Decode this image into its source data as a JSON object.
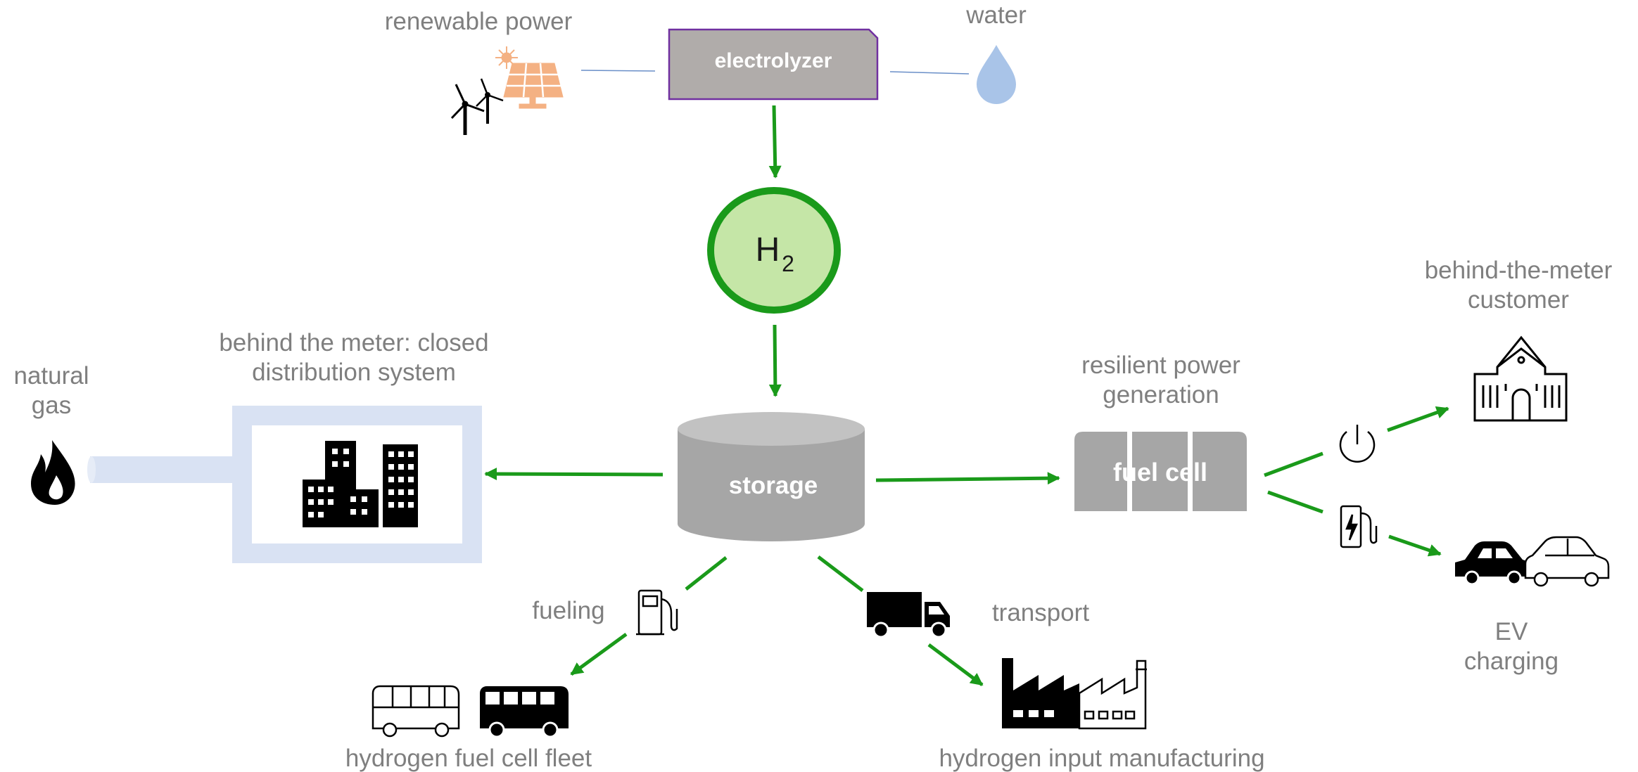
{
  "diagram": {
    "electrolyzer": "electrolyzer",
    "renewable_power": "renewable power",
    "water": "water",
    "h2": {
      "main": "H",
      "sub": "2"
    },
    "storage": "storage",
    "natural_gas": [
      "natural",
      "gas"
    ],
    "closed_distribution": [
      "behind the meter: closed",
      "distribution system"
    ],
    "resilient_power": [
      "resilient power",
      "generation"
    ],
    "fuel_cell": "fuel cell",
    "btm_customer": [
      "behind-the-meter",
      "customer"
    ],
    "ev_charging": [
      "EV",
      "charging"
    ],
    "fueling": "fueling",
    "transport": "transport",
    "fleet": "hydrogen fuel cell fleet",
    "manufacturing": "hydrogen input manufacturing"
  },
  "colors": {
    "arrow": "#1a9a1a",
    "h2_fill": "#c5e6a7",
    "h2_stroke": "#1a9a1a",
    "storage": "#a6a6a6",
    "electrolyzer_fill": "#b0acaa",
    "electrolyzer_stroke": "#7030a0",
    "distribution_frame": "#d9e2f3",
    "label_text": "#7f7f7f",
    "solar": "#f4b183",
    "water_drop": "#a9c4e8"
  }
}
